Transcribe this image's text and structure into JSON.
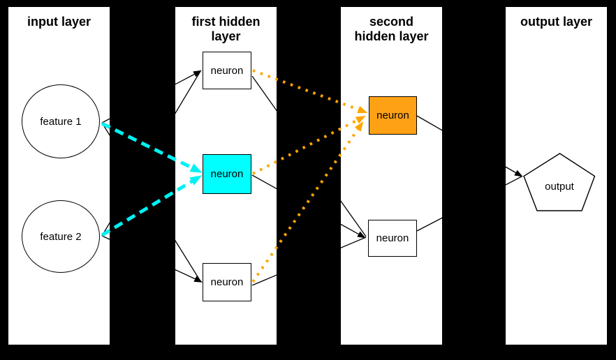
{
  "diagram": {
    "title": "neural network layer diagram",
    "panels": [
      {
        "title": "input layer",
        "title_lines": [
          "input layer"
        ]
      },
      {
        "title": "first hidden layer",
        "title_lines": [
          "first hidden",
          "layer"
        ]
      },
      {
        "title": "second hidden layer",
        "title_lines": [
          "second",
          "hidden layer"
        ]
      },
      {
        "title": "output layer",
        "title_lines": [
          "output layer"
        ]
      }
    ],
    "nodes": [
      {
        "id": "feature-1",
        "label": "feature 1",
        "layer": "input layer",
        "shape": "circle",
        "fill": "#ffffff"
      },
      {
        "id": "feature-2",
        "label": "feature 2",
        "layer": "input layer",
        "shape": "circle",
        "fill": "#ffffff"
      },
      {
        "id": "h1-neuron-top",
        "label": "neuron",
        "layer": "first hidden layer",
        "shape": "rect",
        "fill": "#ffffff"
      },
      {
        "id": "h1-neuron-middle",
        "label": "neuron",
        "layer": "first hidden layer",
        "shape": "rect",
        "fill": "#00ffff"
      },
      {
        "id": "h1-neuron-bottom",
        "label": "neuron",
        "layer": "first hidden layer",
        "shape": "rect",
        "fill": "#ffffff"
      },
      {
        "id": "h2-neuron-top",
        "label": "neuron",
        "layer": "second hidden layer",
        "shape": "rect",
        "fill": "#ffa114"
      },
      {
        "id": "h2-neuron-bottom",
        "label": "neuron",
        "layer": "second hidden layer",
        "shape": "rect",
        "fill": "#ffffff"
      },
      {
        "id": "output",
        "label": "output",
        "layer": "output layer",
        "shape": "pentagon",
        "fill": "#ffffff"
      }
    ],
    "edges": [
      {
        "from": "feature-1",
        "to": "h1-neuron-top",
        "style": "solid-black-arrow"
      },
      {
        "from": "feature-2",
        "to": "h1-neuron-top",
        "style": "solid-black-arrow"
      },
      {
        "from": "feature-1",
        "to": "h1-neuron-bottom",
        "style": "solid-black-arrow"
      },
      {
        "from": "feature-2",
        "to": "h1-neuron-bottom",
        "style": "solid-black-arrow"
      },
      {
        "from": "feature-1",
        "to": "h1-neuron-middle",
        "style": "dashed-cyan-arrow"
      },
      {
        "from": "feature-2",
        "to": "h1-neuron-middle",
        "style": "dashed-cyan-arrow"
      },
      {
        "from": "h1-neuron-top",
        "to": "h2-neuron-top",
        "style": "dotted-orange-arrow"
      },
      {
        "from": "h1-neuron-middle",
        "to": "h2-neuron-top",
        "style": "dotted-orange-arrow"
      },
      {
        "from": "h1-neuron-bottom",
        "to": "h2-neuron-top",
        "style": "dotted-orange-arrow"
      },
      {
        "from": "h1-neuron-top",
        "to": "h2-neuron-bottom",
        "style": "solid-black-arrow"
      },
      {
        "from": "h1-neuron-middle",
        "to": "h2-neuron-bottom",
        "style": "solid-black-arrow"
      },
      {
        "from": "h1-neuron-bottom",
        "to": "h2-neuron-bottom",
        "style": "solid-black-arrow"
      },
      {
        "from": "h2-neuron-top",
        "to": "output",
        "style": "solid-black-arrow"
      },
      {
        "from": "h2-neuron-bottom",
        "to": "output",
        "style": "solid-black-arrow"
      }
    ],
    "colors": {
      "background": "#000000",
      "panel": "#ffffff",
      "line": "#000000",
      "cyan_highlight": "#00ffff",
      "orange_highlight": "#ffa500"
    }
  }
}
